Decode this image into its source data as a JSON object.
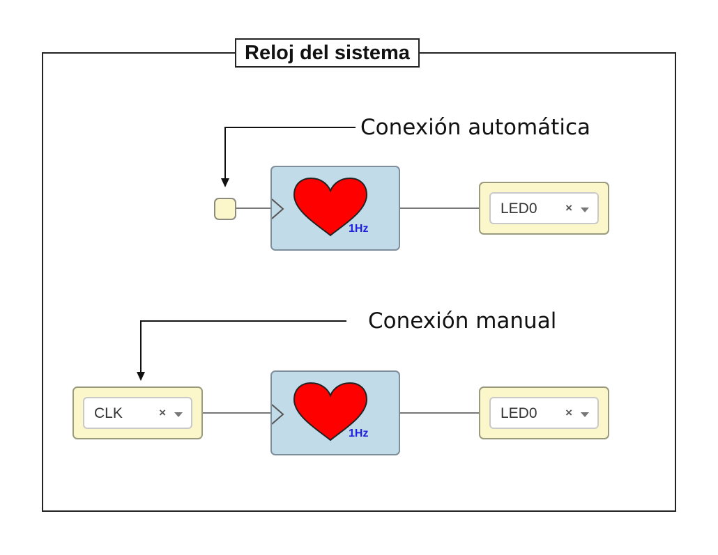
{
  "title": "Reloj del sistema",
  "captions": {
    "auto": "Conexión automática",
    "manual": "Conexión manual"
  },
  "clock": {
    "frequency": "1Hz",
    "heart_color": "#ff0000"
  },
  "top_row": {
    "output_pin": {
      "value": "LED0",
      "clear": "×"
    }
  },
  "bottom_row": {
    "input_pin": {
      "value": "CLK",
      "clear": "×"
    },
    "output_pin": {
      "value": "LED0",
      "clear": "×"
    }
  },
  "colors": {
    "clock_block": "#c2dbe8",
    "pin_block": "#fbf7cb",
    "frequency_text": "#1f1fe0"
  }
}
